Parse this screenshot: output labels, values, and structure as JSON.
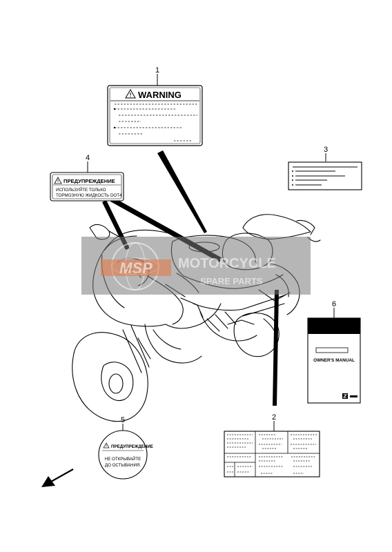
{
  "callouts": [
    "1",
    "2",
    "3",
    "4",
    "5",
    "6"
  ],
  "label_warning": {
    "number": "1",
    "title": "WARNING"
  },
  "label_brake_fluid": {
    "number": "4",
    "title": "ПРЕДУПРЕЖДЕНИЕ",
    "line1": "ИСПОЛЬЗУЙТЕ ТОЛЬКО",
    "line2": "ТОРМОЗНУЮ ЖИДКОСТЬ DOT4"
  },
  "label_radiator_cap": {
    "number": "5",
    "title": "ПРЕДУПРЕЖДЕНИЕ",
    "line1": "НЕ ОТКРЫВАЙТЕ",
    "line2": "ДО ОСТЫВАНИЯ."
  },
  "manual": {
    "number": "6",
    "title": "OWNER'S MANUAL"
  },
  "watermark": {
    "line1": "MOTORCYCLE",
    "line2": "SPARE PARTS",
    "logo": "MSP"
  },
  "colors": {
    "ink": "#000000",
    "watermark_box": "#7a7a7a",
    "watermark_accent": "#e07a4a"
  },
  "icons": [
    "warning-triangle-icon",
    "front-direction-arrow-icon",
    "suzuki-logo-icon"
  ]
}
